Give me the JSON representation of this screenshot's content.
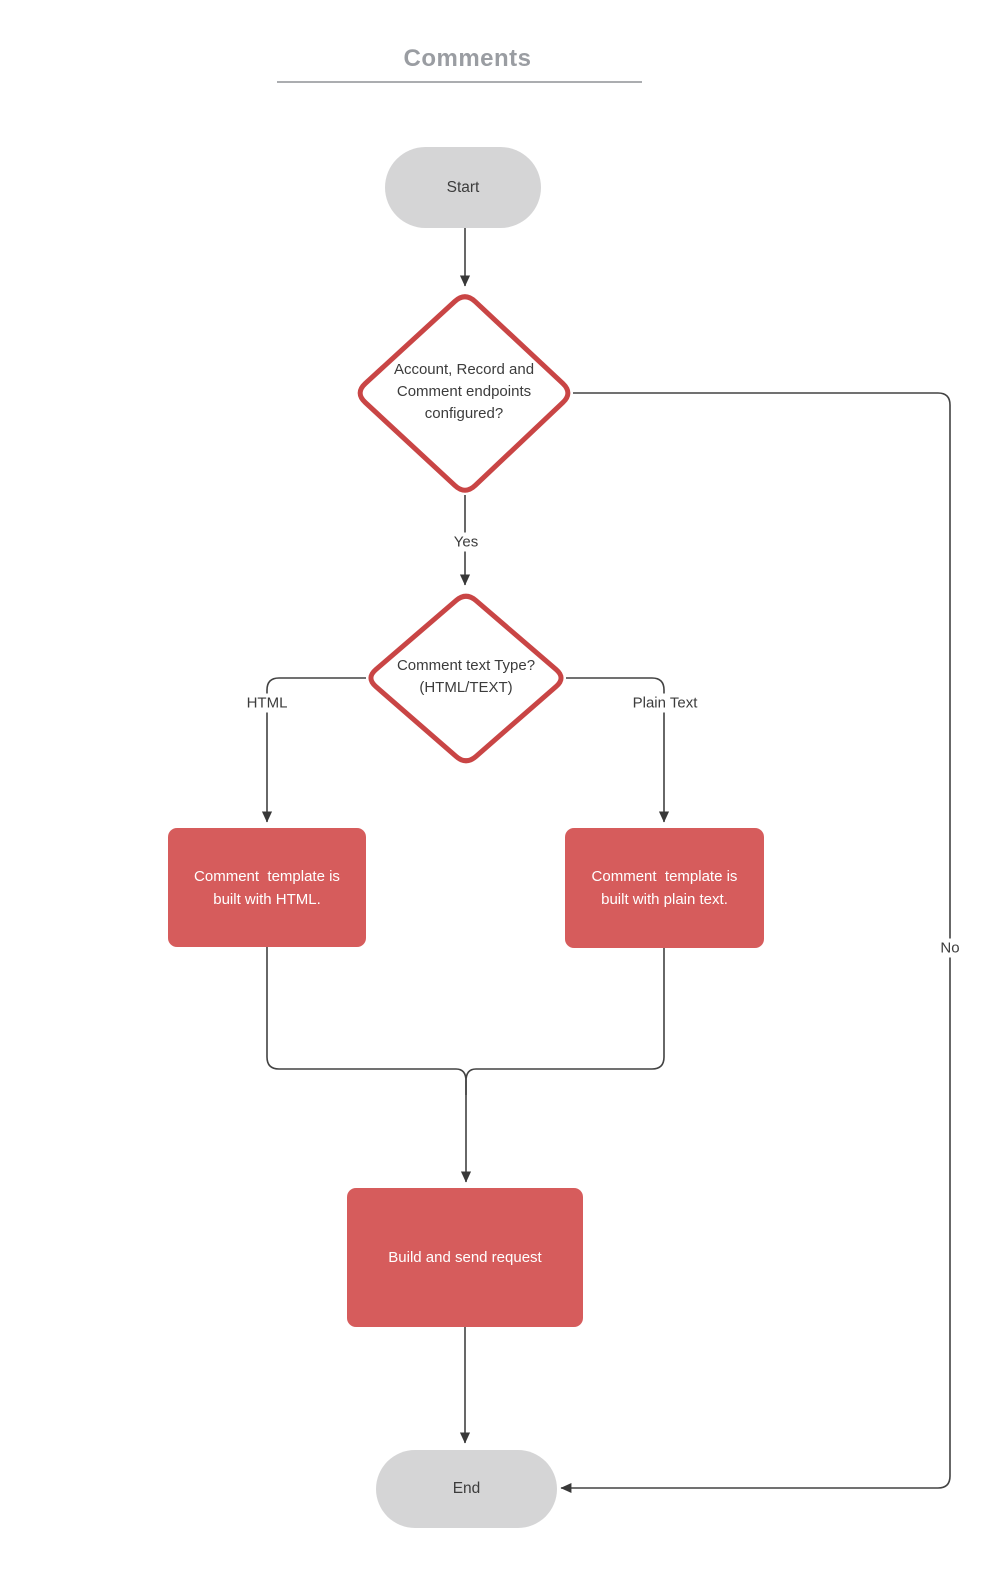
{
  "title": {
    "text": "Comments"
  },
  "nodes": {
    "start": {
      "label": "Start",
      "type": "terminator"
    },
    "decision_endpoints": {
      "type": "decision",
      "lines": [
        "Account, Record and",
        "Comment endpoints",
        "configured?"
      ]
    },
    "decision_text_type": {
      "type": "decision",
      "lines": [
        "Comment text Type?",
        "(HTML/TEXT)"
      ]
    },
    "process_html": {
      "type": "process",
      "lines": [
        "Comment  template is",
        "built with HTML."
      ]
    },
    "process_plain": {
      "type": "process",
      "lines": [
        "Comment  template is",
        "built with plain text."
      ]
    },
    "process_build": {
      "type": "process",
      "label": "Build and send request"
    },
    "end": {
      "label": "End",
      "type": "terminator"
    }
  },
  "edge_labels": {
    "yes": "Yes",
    "no": "No",
    "html": "HTML",
    "plain_text": "Plain Text"
  },
  "colors": {
    "process_fill": "#D65C5C",
    "decision_stroke": "#C94545",
    "terminator_fill": "#D5D5D6",
    "connector": "#424242",
    "title_text": "#9A9DA2",
    "title_underline": "#ABADB0",
    "node_text_dark": "#3C3C3C",
    "node_text_light": "#FFFFFF"
  }
}
